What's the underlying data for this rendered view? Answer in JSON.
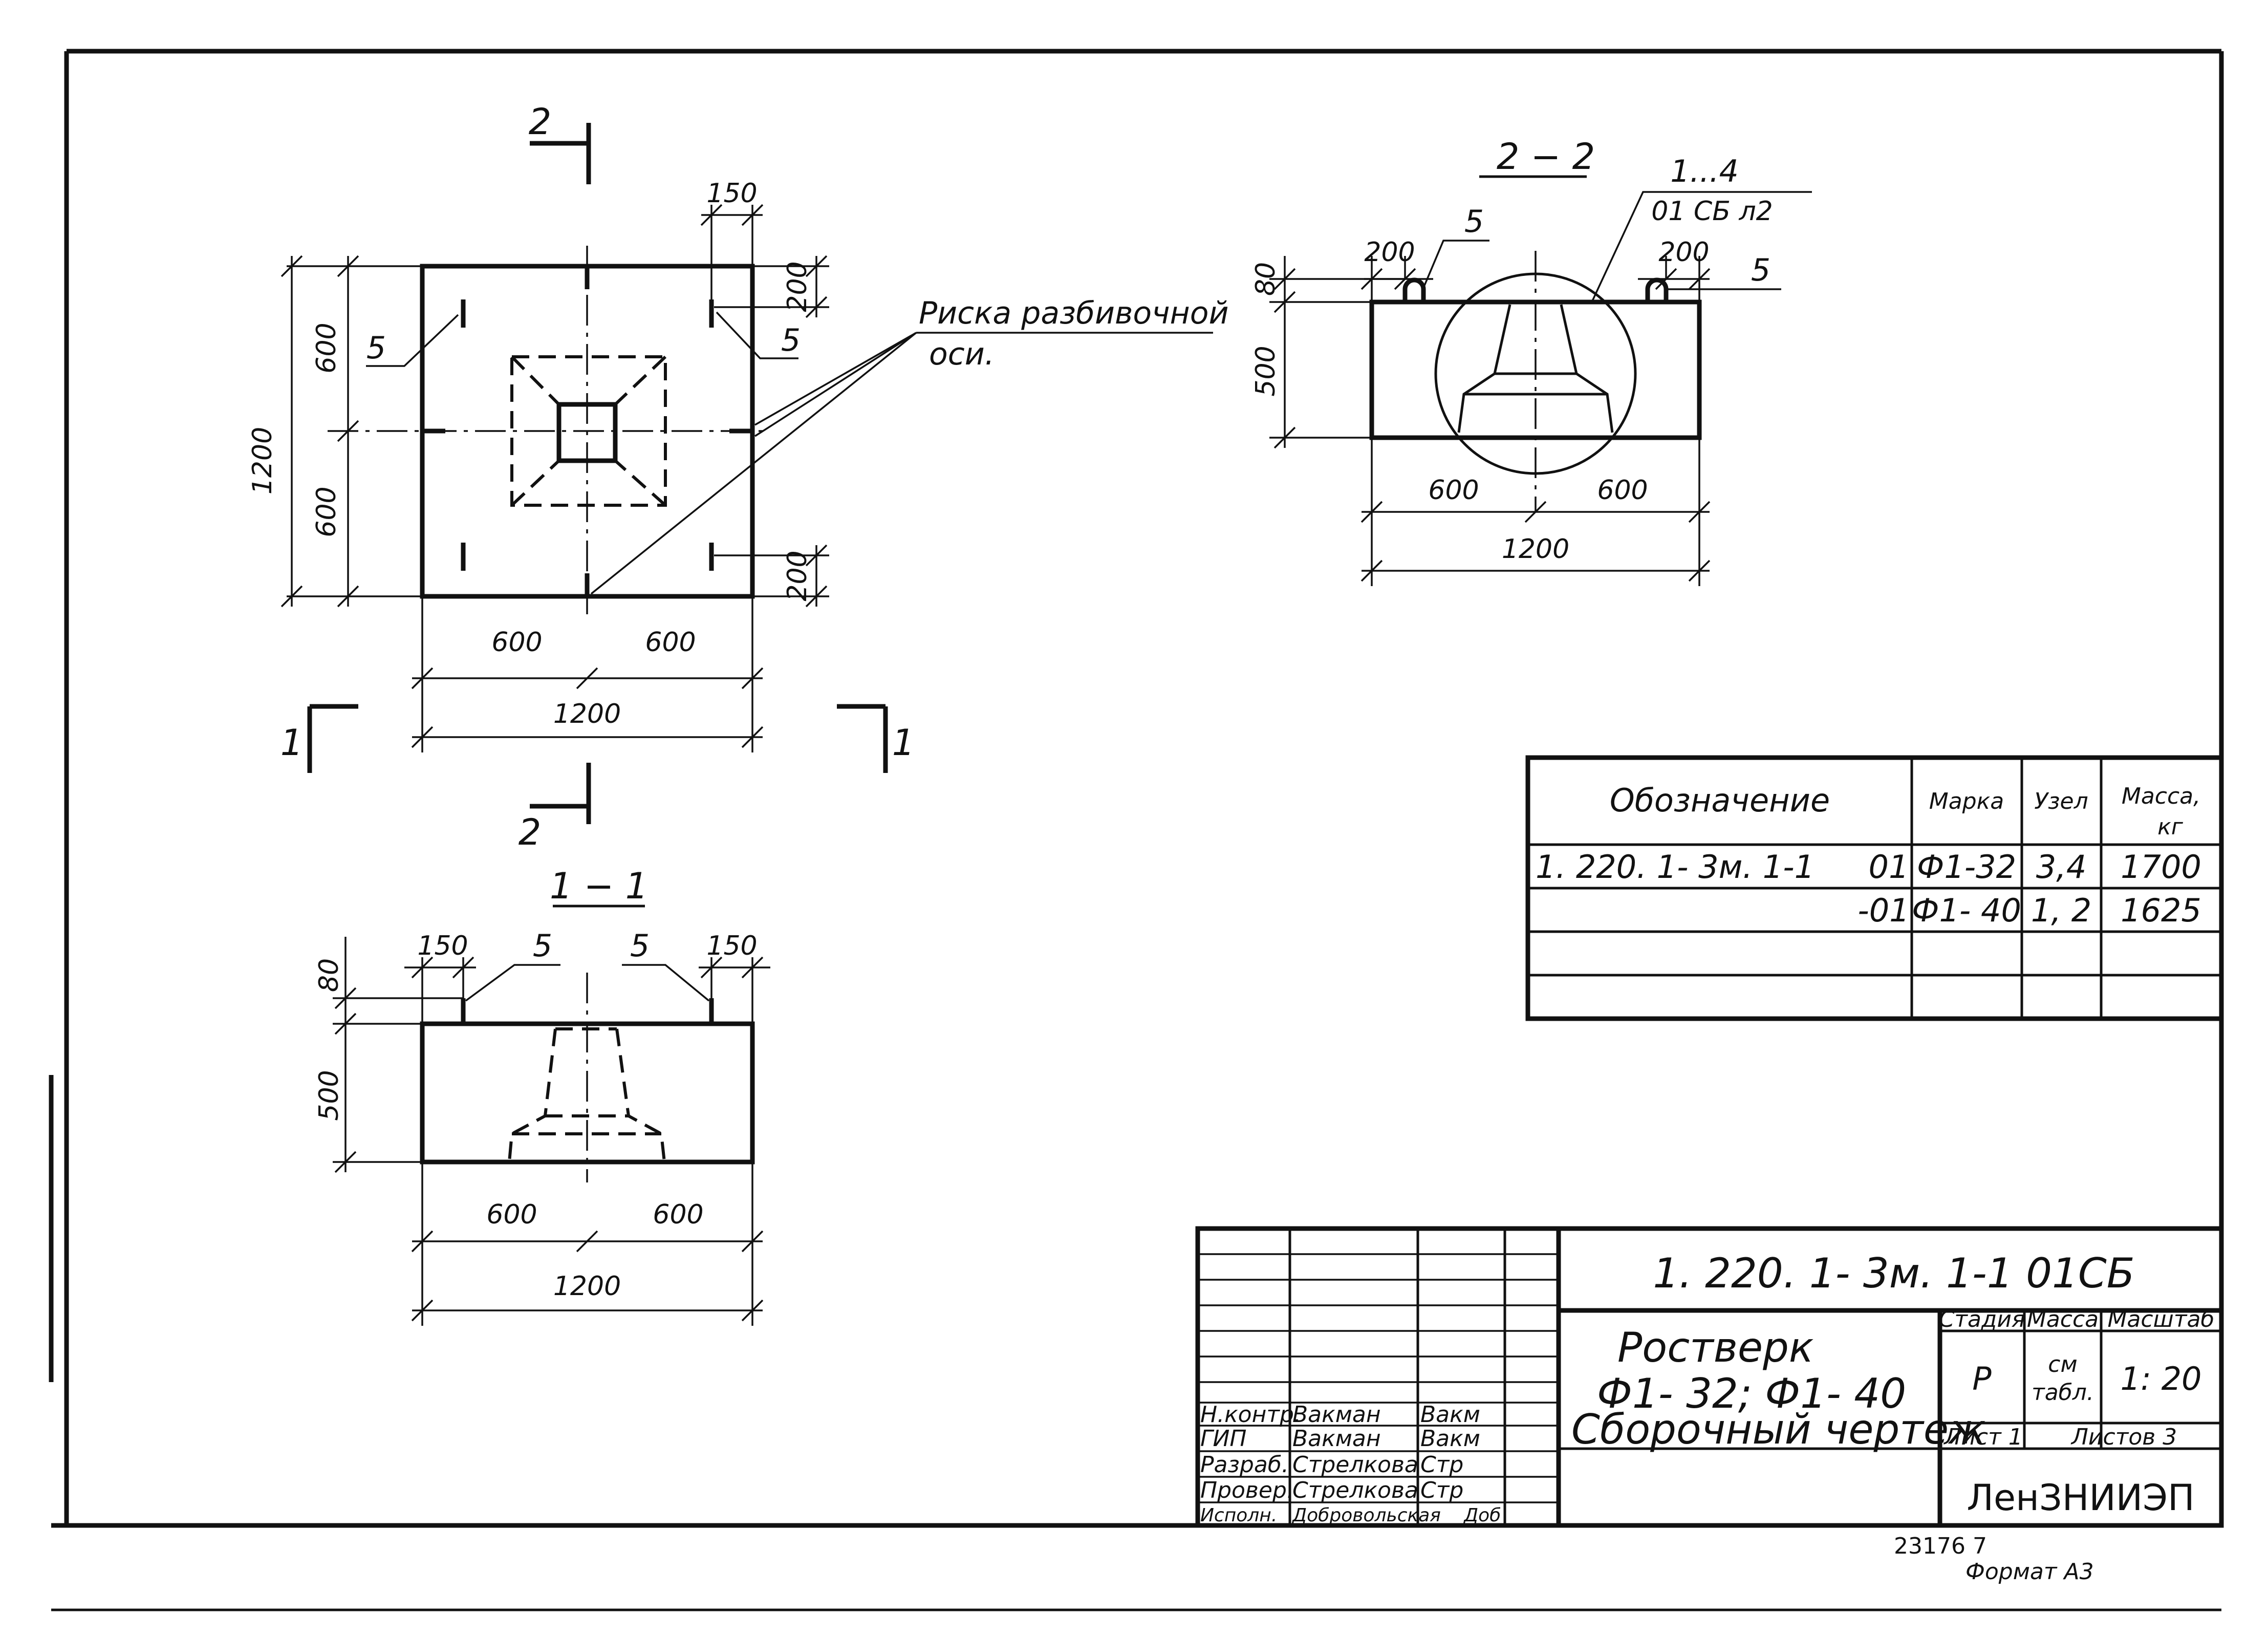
{
  "drawing": {
    "plan": {
      "width_total": "1200",
      "height_total": "1200",
      "half_left": "600",
      "half_right": "600",
      "half_top": "600",
      "half_bottom": "600",
      "dim_150": "150",
      "dim_200_top": "200",
      "dim_200_bottom": "200",
      "pos_left": "5",
      "pos_right": "5",
      "section_2_top": "2",
      "section_2_bottom": "2",
      "section_1_left": "1",
      "section_1_right": "1",
      "note_line1": "Риска разбивочной",
      "note_line2": "оси."
    },
    "section_1": {
      "title": "1 − 1",
      "dim_80": "80",
      "dim_500": "500",
      "dim_150_left": "150",
      "dim_150_right": "150",
      "pos_left": "5",
      "pos_right": "5",
      "half_left": "600",
      "half_right": "600",
      "total": "1200"
    },
    "section_2": {
      "title": "2 − 2",
      "dim_80": "80",
      "dim_500": "500",
      "dim_200_left": "200",
      "dim_200_right": "200",
      "pos_left": "5",
      "pos_right": "5",
      "node_ref": "1...4",
      "node_doc": "01 СБ л2",
      "half_left": "600",
      "half_right": "600",
      "total": "1200"
    }
  },
  "spec_table": {
    "headers": [
      "Обозначение",
      "Марка",
      "Узел",
      "Масса,",
      "кг"
    ],
    "rows": [
      {
        "designation": "1. 220. 1- 3м. 1-1",
        "exec": "01",
        "mark": "Ф1-32",
        "node": "3,4",
        "mass": "1700"
      },
      {
        "designation": "",
        "exec": "-01",
        "mark": "Ф1- 40",
        "node": "1, 2",
        "mass": "1625"
      }
    ]
  },
  "title_block": {
    "code": "1. 220. 1- 3м. 1-1   01СБ",
    "name_line1": "Ростверк",
    "name_line2": "Ф1- 32; Ф1- 40",
    "name_line3": "Сборочный чертеж",
    "stage_header": "Стадия",
    "mass_header": "Масса",
    "scale_header": "Масштаб",
    "stage": "Р",
    "mass_line1": "см",
    "mass_line2": "табл.",
    "scale": "1: 20",
    "sheet": "Лист 1",
    "sheets": "Листов 3",
    "org": "ЛенЗНИИЭП",
    "signatures": [
      {
        "role": "Н.контр.",
        "name": "Вакман",
        "sign": "Вакм"
      },
      {
        "role": "ГИП",
        "name": "Вакман",
        "sign": "Вакм"
      },
      {
        "role": "Разраб.",
        "name": "Стрелкова",
        "sign": "Стр"
      },
      {
        "role": "Провер.",
        "name": "Стрелкова",
        "sign": "Стр"
      },
      {
        "role": "Исполн.",
        "name": "Добровольская",
        "sign": "Доб"
      }
    ]
  },
  "footer": {
    "inventory": "23176   7",
    "format": "Формат А3"
  }
}
